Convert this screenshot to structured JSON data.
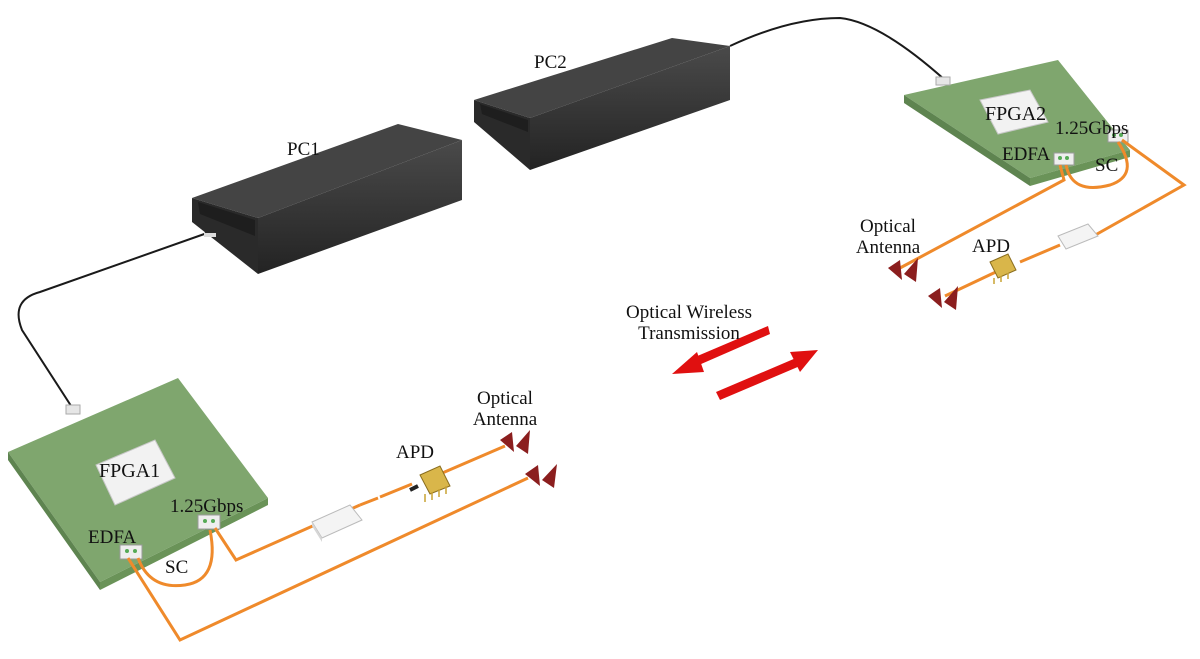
{
  "labels": {
    "pc1": "PC1",
    "pc2": "PC2",
    "fpga1": "FPGA1",
    "fpga2": "FPGA2",
    "rate1": "1.25Gbps",
    "rate2": "1.25Gbps",
    "edfa1": "EDFA",
    "edfa2": "EDFA",
    "sc1": "SC",
    "sc2": "SC",
    "apd1": "APD",
    "apd2": "APD",
    "antenna1": [
      "Optical",
      "Antenna"
    ],
    "antenna2": [
      "Optical",
      "Antenna"
    ],
    "wireless": [
      "Optical Wireless",
      "Transmission"
    ]
  },
  "colors": {
    "board": "#7fa66e",
    "board_edge": "#5e8450",
    "chip": "#f2f2f2",
    "laptop": "#3a3a3a",
    "fiber": "#ef8a2b",
    "cable": "#1a1a1a",
    "arrow": "#e01010",
    "antenna": "#8b1e1e",
    "apd_body": "#d9b64a"
  },
  "icons": {
    "pc": "laptop-icon",
    "board": "circuit-board-icon",
    "apd": "photodiode-icon",
    "antenna": "optical-antenna-icon",
    "coupler": "fiber-coupler-icon",
    "link": "bidirectional-arrow-icon"
  }
}
